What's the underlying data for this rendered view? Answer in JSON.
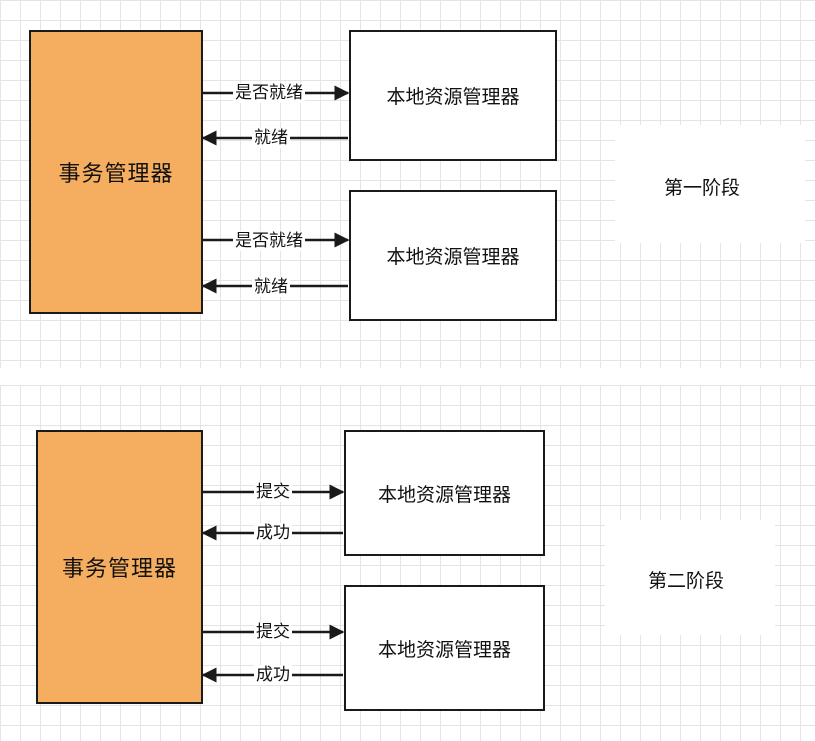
{
  "phase1": {
    "transaction_manager": "事务管理器",
    "resource_managers": [
      "本地资源管理器",
      "本地资源管理器"
    ],
    "request_label": "是否就绪",
    "response_label": "就绪",
    "phase_label": "第一阶段"
  },
  "phase2": {
    "transaction_manager": "事务管理器",
    "resource_managers": [
      "本地资源管理器",
      "本地资源管理器"
    ],
    "request_label": "提交",
    "response_label": "成功",
    "phase_label": "第二阶段"
  },
  "colors": {
    "transaction_manager_fill": "#f5ad5f",
    "border": "#1a1a1a",
    "grid": "#e4e4e4"
  }
}
